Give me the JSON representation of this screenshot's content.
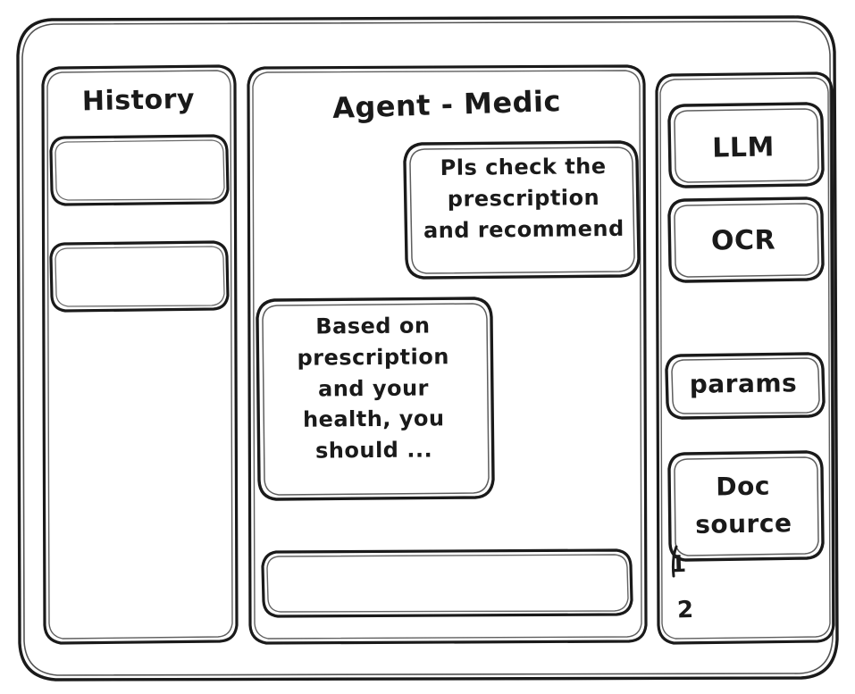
{
  "window": {
    "frame_name": "app-window",
    "background": "#ffffff",
    "stroke_color": "#1a1a1a",
    "style": "hand-drawn-wireframe"
  },
  "sidebar_left": {
    "title": "History",
    "items": [
      {
        "label": "",
        "name": "history-item-1"
      },
      {
        "label": "",
        "name": "history-item-2"
      }
    ]
  },
  "main": {
    "title": "Agent - Medic",
    "messages": [
      {
        "role": "user",
        "text": "Pls check the\nprescription\nand recommend"
      },
      {
        "role": "agent",
        "text": "Based on\nprescription\nand your\nhealth, you\nshould ..."
      }
    ],
    "composer": {
      "value": "",
      "placeholder": ""
    }
  },
  "sidebar_right": {
    "buttons": [
      {
        "label": "LLM",
        "name": "llm-button"
      },
      {
        "label": "OCR",
        "name": "ocr-button"
      },
      {
        "label": "params",
        "name": "params-button"
      },
      {
        "label": "Doc\nsource",
        "name": "doc-source-button"
      }
    ],
    "list": [
      {
        "label": "1",
        "name": "doc-source-item-1"
      },
      {
        "label": "2",
        "name": "doc-source-item-2"
      }
    ]
  }
}
